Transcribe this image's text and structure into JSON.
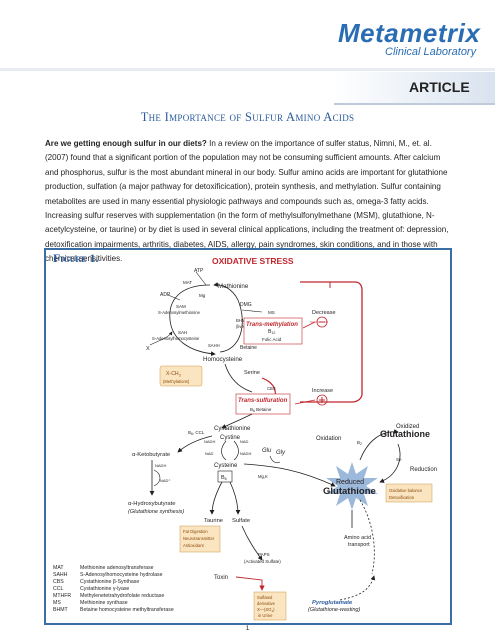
{
  "header": {
    "logo_text": "Metametrix",
    "logo_sub": "Clinical Laboratory",
    "section_label": "ARTICLE"
  },
  "title": "The Importance of Sulfur Amino Acids",
  "intro": {
    "lead": "Are we getting enough sulfur in our diets?",
    "body": " In a review on the importance of sulfer status, Nimni, M., et. al. (2007) found that a significant portion of the population may not be consuming sufficient amounts. After calcium and phosphorus, sulfur is the most abundant mineral in our body. Sulfur amino acids are important for glutathione production, sulfation (a major pathway for detoxificication), protein synthesis, and methylation. Sulfur containing metabolites are used in many essential physiologic pathways and compounds such as, omega-3 fatty acids. Increasing sulfur reserves with supplementation (in the form of methylsulfonylmethane (MSM), glutathione, N-acetylcysteine, or taurine) or by diet is used in several clinical applications, including the treatment of: depression, detoxification impairments, arthritis, diabetes, AIDS, allergy, pain syndromes, skin conditions, and in those with chemical sensitivities."
  },
  "figure": {
    "label": "Figure 1.",
    "heading": "OXIDATIVE STRESS",
    "labels": {
      "atp": "ATP",
      "mat": "MAT",
      "mg": "Mg",
      "adp": "ADP",
      "methionine": "Methionine",
      "sam": "SAM",
      "sam_full": "S-Adenosylmethionine",
      "dmg": "DMG",
      "ms": "MS",
      "decrease": "Decrease",
      "sah": "SAH",
      "sah_full": "S-Adenosylhomocysteine",
      "bhmt": "BHMT",
      "liver": "(liver)",
      "trans_methylation": "Trans-methylation",
      "b12": "B",
      "b12_sub": "12",
      "folic_acid": "Folic Acid",
      "sahh": "SAHH",
      "betaine": "Betaine",
      "x": "X",
      "homocysteine": "Homocysteine",
      "xch3": "X-CH",
      "xch3_sub": "3",
      "methylations": "(Methylations)",
      "serine": "Serine",
      "cbs": "CBS",
      "increase": "Increase",
      "trans_sulfuration": "Trans-sulfuration",
      "b6_betaine": "B",
      "b6_betaine_sub": "6",
      "b6_betaine_rest": " Betaine",
      "b6_ccl": "B",
      "b6_ccl_sub": "6",
      "b6_ccl_rest": ", CCL",
      "cystathionine": "Cystathionine",
      "cystine": "Cystine",
      "nadh_1": "NADH",
      "nad_1": "NAD",
      "nad_2": "NAD",
      "nadh_2": "NADH",
      "cysteine": "Cysteine",
      "b6_box": "B",
      "b6_box_sub": "6",
      "glu": "Glu",
      "gly": "Gly",
      "mg_k": "Mg,K",
      "alpha_keto": "α-Ketobutyrate",
      "nadh_3": "NADH",
      "nad_plus": "NAD⁺",
      "alpha_hydroxy": "α-Hydroxybutyrate",
      "glut_synthesis": "(Glutathione synthesis)",
      "oxidation": "Oxidation",
      "b2": "B",
      "b2_sub": "2",
      "oxidized": "Oxidized",
      "glutathione_top": "Glutathione",
      "se": "Se",
      "reduction": "Reduction",
      "reduced": "Reduced",
      "glutathione_mid": "Glutathione",
      "oxidative_balance": "Oxidative balance",
      "detoxification": "Detoxification",
      "taurine": "Taurine",
      "fat_digestion": "Fat Digestion",
      "neurotransmitter": "Neurotransmitter",
      "antioxidant": "Antioxidant",
      "sulfate": "Sulfate",
      "paps": "PAPS",
      "activated_sulfate": "(Activated Sulfate)",
      "toxin": "Toxin",
      "sulfated": "Sulfated",
      "derivative": "derivative",
      "so4": "X—(SO",
      "so4_sub": "4",
      "so4_end": ")",
      "in_urine": "in Urine",
      "amino_acid": "Amino acid",
      "transport": "transport",
      "pyroglutamate": "Pyroglutamate",
      "glut_wasting": "(Glutathione-wasting)"
    },
    "legend": [
      {
        "abbr": "MAT",
        "text": "Methionine adenosyltransferase"
      },
      {
        "abbr": "SAHH",
        "text": "S-Adenosylhomocysteine hydrolase"
      },
      {
        "abbr": "CBS",
        "text": "Cystathionine β-Synthase"
      },
      {
        "abbr": "CCL",
        "text": "Cystathionine γ-lyase"
      },
      {
        "abbr": "MTHFR",
        "text": "Methylenetetrahydrofolate reductase"
      },
      {
        "abbr": "MS",
        "text": "Methionine synthase"
      },
      {
        "abbr": "BHMT",
        "text": "Betaine homocysteine methyltransferase"
      }
    ],
    "colors": {
      "frame": "#3a6ea5",
      "accent_red": "#c0272d",
      "note_fill": "#fbe5c0",
      "burst": "#4a7fbf"
    }
  },
  "page_number": "1"
}
